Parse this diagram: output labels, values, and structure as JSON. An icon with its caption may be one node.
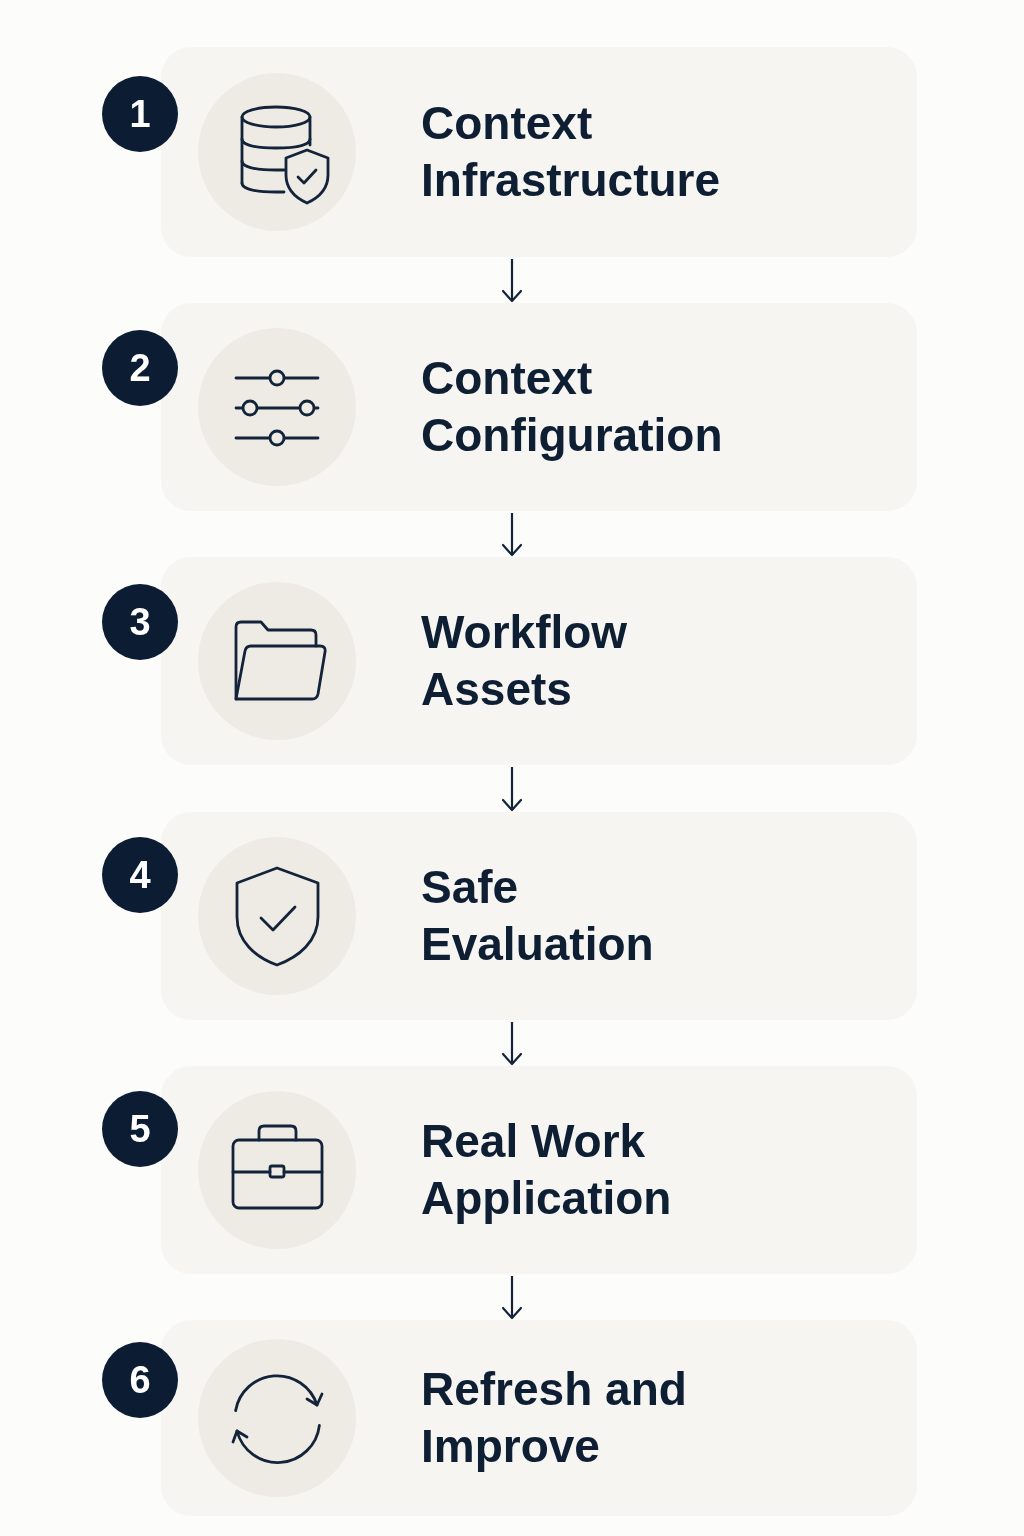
{
  "diagram": {
    "nodes": [
      {
        "text": [
          "1"
        ]
      },
      {
        "text": [
          "Context Infrastructure"
        ]
      },
      {
        "text": [
          "2"
        ]
      },
      {
        "text": [
          "Context Configuration"
        ]
      },
      {
        "text": [
          "3"
        ]
      },
      {
        "text": [
          "Workflow Assets"
        ]
      },
      {
        "text": [
          "4"
        ]
      },
      {
        "text": [
          "Safe Evaluation"
        ]
      },
      {
        "text": [
          "5"
        ]
      },
      {
        "text": [
          "Real Work Application"
        ]
      },
      {
        "text": [
          "6"
        ]
      },
      {
        "text": [
          "Refresh and Improve"
        ]
      }
    ],
    "edges": [
      {
        "from": 1,
        "to": 3,
        "arrow": "to"
      },
      {
        "from": 3,
        "to": 5,
        "arrow": "to"
      },
      {
        "from": 5,
        "to": 7,
        "arrow": "to"
      },
      {
        "from": 7,
        "to": 9,
        "arrow": "to"
      },
      {
        "from": 9,
        "to": 11,
        "arrow": "to"
      }
    ]
  }
}
